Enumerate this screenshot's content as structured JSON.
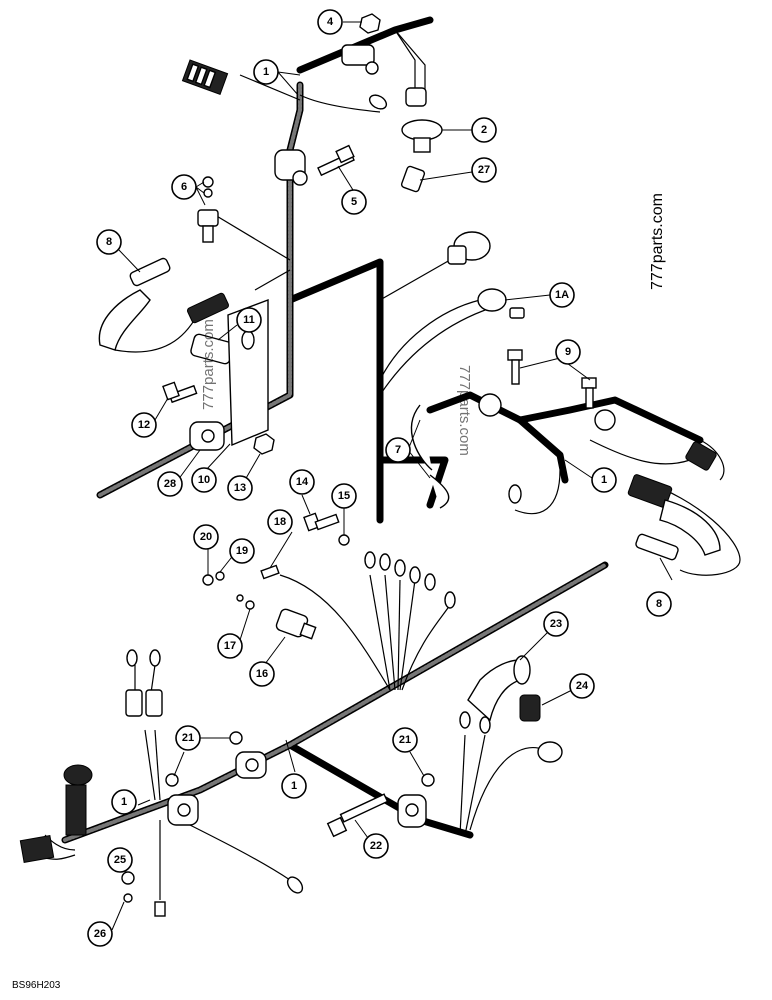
{
  "figure_code": "BS96H203",
  "watermarks": [
    "777parts.com",
    "777parts.com",
    "777parts.com"
  ],
  "callouts": [
    "1",
    "1A",
    "2",
    "4",
    "5",
    "6",
    "7",
    "8",
    "9",
    "10",
    "11",
    "12",
    "13",
    "14",
    "15",
    "16",
    "17",
    "18",
    "19",
    "20",
    "21",
    "22",
    "23",
    "24",
    "25",
    "26",
    "27",
    "28"
  ]
}
